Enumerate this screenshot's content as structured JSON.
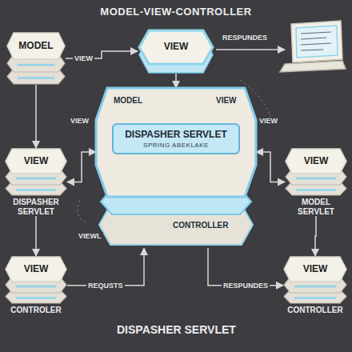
{
  "diagram": {
    "title": "MODEL-VIEW-CONTROLLER",
    "nodes": [
      {
        "text": [
          "MODEL"
        ]
      },
      {
        "text": [
          "VIEW"
        ]
      },
      {
        "text": [
          "MODEL",
          "VIEW",
          "CONTROLLER"
        ]
      },
      {
        "text": [
          "DISPASHER SERVLET",
          "SPRING ABEKLAKE"
        ],
        "in": 2
      },
      {
        "text": [
          "VIEW",
          "DISPASHER SERVLET"
        ]
      },
      {
        "text": [
          "VIEW",
          "MODEL SERVLET"
        ]
      },
      {
        "text": [
          "VIEW",
          "CONTROLER"
        ]
      },
      {
        "text": [
          "VIEW",
          "CONTROLLER"
        ]
      }
    ],
    "edges": [
      {
        "from": 0,
        "to": 1,
        "arrow": "to",
        "label": "VIEW"
      },
      {
        "from": 0,
        "to": 4,
        "arrow": "to"
      },
      {
        "from": 4,
        "to": 6,
        "arrow": "to"
      },
      {
        "from": 1,
        "to": 2,
        "arrow": "to"
      },
      {
        "from": 2,
        "to": 4,
        "arrow": "both"
      },
      {
        "from": 2,
        "to": 5,
        "arrow": "both"
      },
      {
        "from": 6,
        "to": 2,
        "arrow": "to",
        "label": "REQUSTS"
      },
      {
        "from": 2,
        "to": 7,
        "arrow": "to",
        "label": "RESPUNDES"
      },
      {
        "from": 5,
        "to": 7,
        "arrow": "to"
      }
    ],
    "labels": [
      "RESPUNDES",
      "VIEW",
      "VIEW",
      "VIEWL",
      "DISPASHER SERVLET"
    ]
  }
}
